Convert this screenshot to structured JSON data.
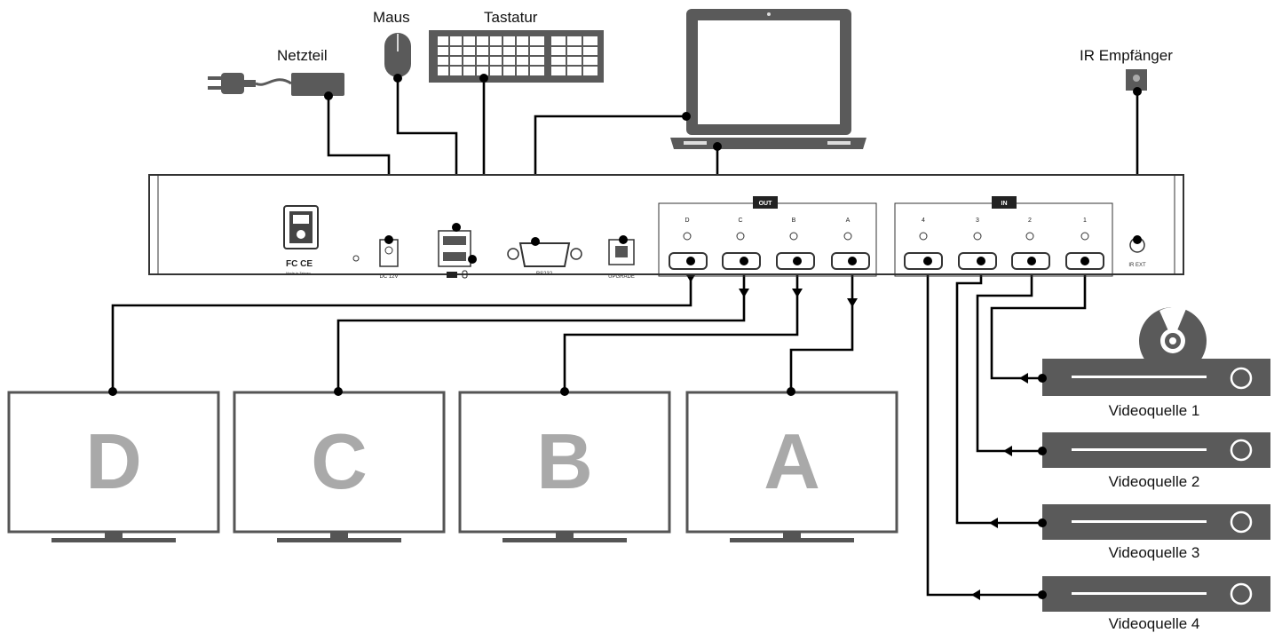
{
  "labels": {
    "power_supply": "Netzteil",
    "mouse": "Maus",
    "keyboard": "Tastatur",
    "ir_receiver": "IR Empfänger"
  },
  "panel": {
    "out_badge": "OUT",
    "in_badge": "IN",
    "dc_label": "DC 12V",
    "rs232_label": "RS232",
    "upgrade_label": "UPGRADE",
    "irext_label": "IR EXT",
    "fc_ce": "FC CE",
    "made_in": "Made in Taiwan",
    "out_ports": [
      "D",
      "C",
      "B",
      "A"
    ],
    "in_ports": [
      "4",
      "3",
      "2",
      "1"
    ]
  },
  "monitors": [
    "D",
    "C",
    "B",
    "A"
  ],
  "sources": [
    "Videoquelle 1",
    "Videoquelle 2",
    "Videoquelle 3",
    "Videoquelle 4"
  ]
}
